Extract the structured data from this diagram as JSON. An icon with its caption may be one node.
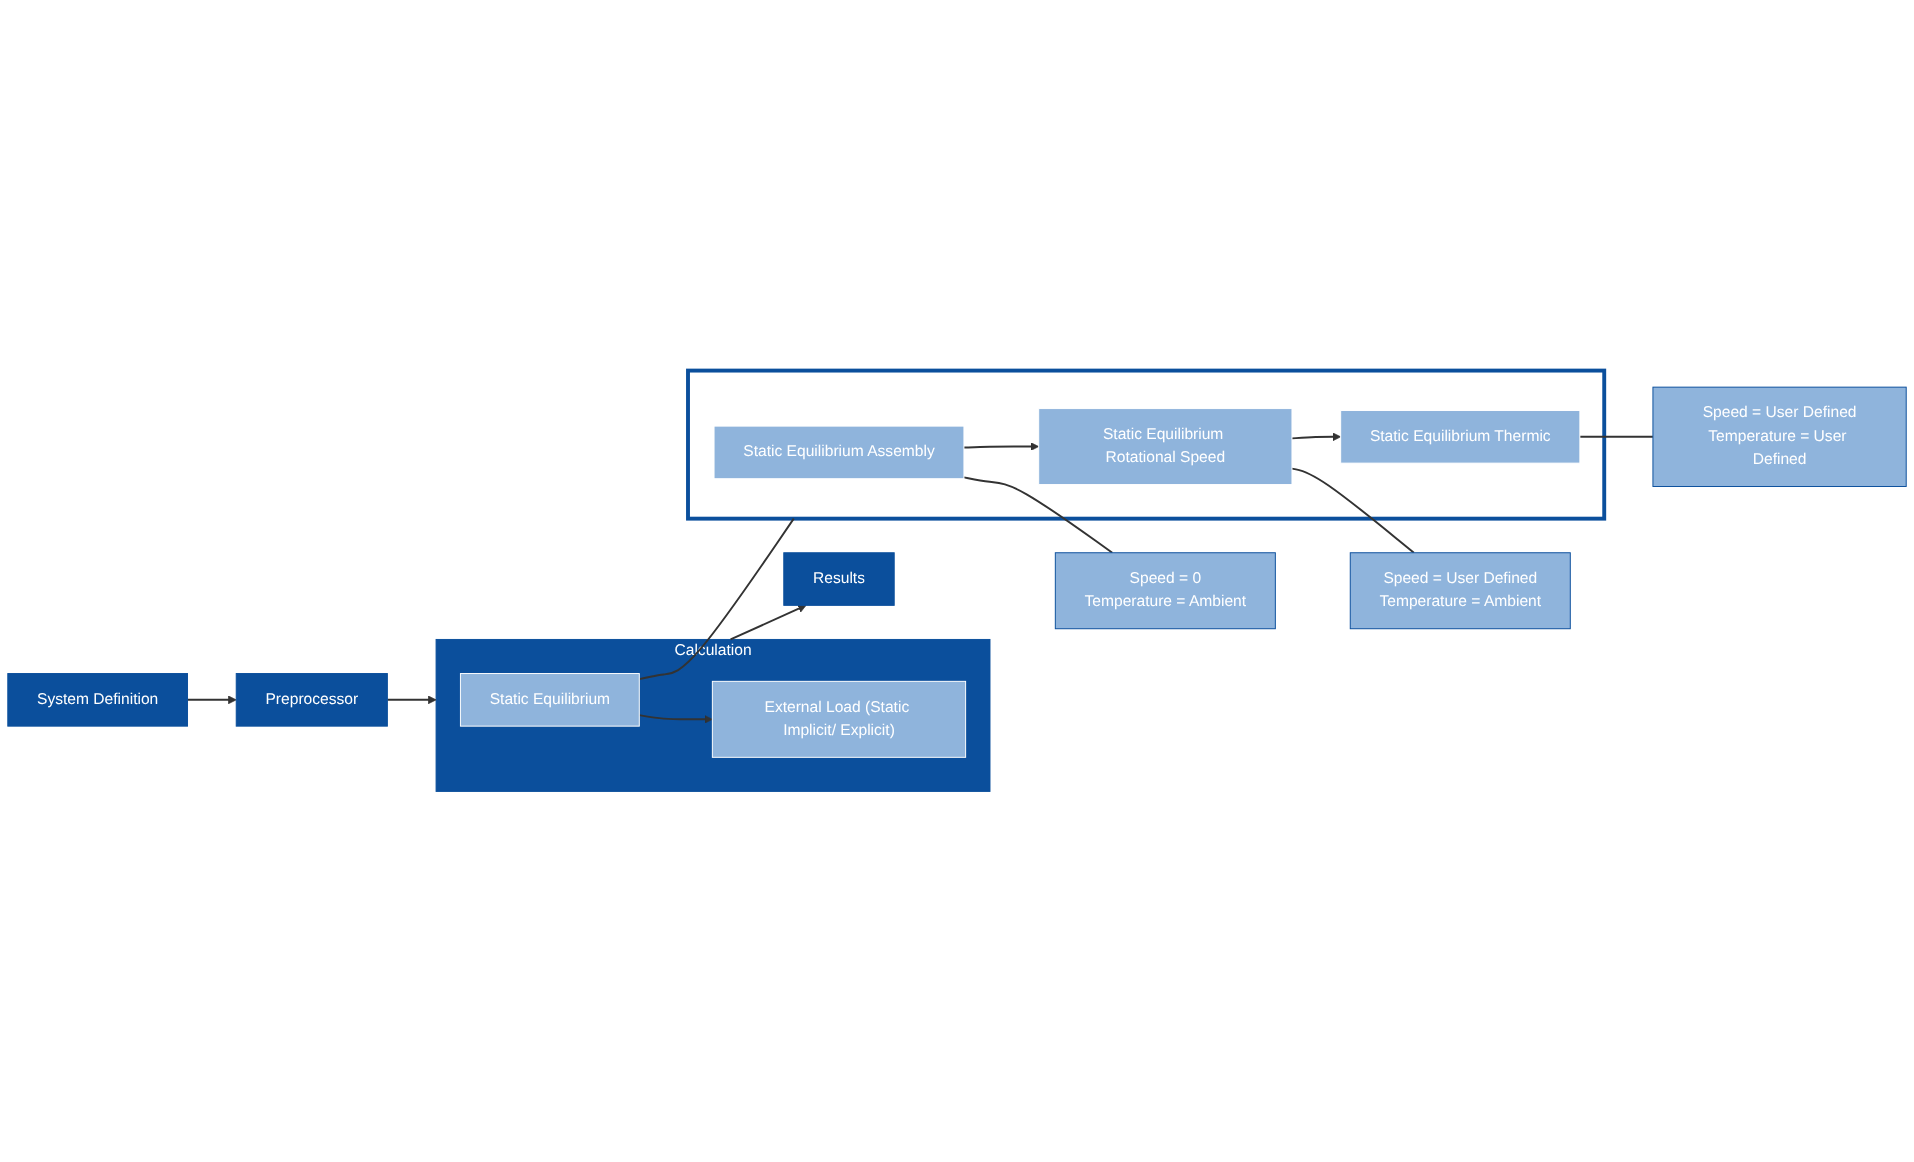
{
  "diagram": {
    "nodes": [
      {
        "text": [
          "System Definition"
        ]
      },
      {
        "text": [
          "Preprocessor"
        ]
      },
      {
        "text": [
          "Calculation"
        ]
      },
      {
        "text": [
          "Static Equilibrium"
        ],
        "in": 2
      },
      {
        "text": [
          "External Load (Static Implicit/ Explicit)"
        ],
        "in": 2
      },
      {
        "text": [
          "Results"
        ]
      },
      {
        "text": [],
        "shape": "box"
      },
      {
        "text": [
          "Static Equilibrium Assembly"
        ],
        "in": 6
      },
      {
        "text": [
          "Static Equilibrium Rotational Speed"
        ],
        "in": 6
      },
      {
        "text": [
          "Static Equilibrium Thermic"
        ],
        "in": 6
      },
      {
        "text": [
          "Speed = 0",
          "Temperature = Ambient"
        ]
      },
      {
        "text": [
          "Speed = User Defined",
          "Temperature = Ambient"
        ]
      },
      {
        "text": [
          "Speed = User Defined",
          "Temperature = User Defined"
        ]
      }
    ],
    "edges": [
      {
        "from": 0,
        "to": 1,
        "arrow": "to"
      },
      {
        "from": 1,
        "to": 2,
        "arrow": "to"
      },
      {
        "from": 3,
        "to": 4,
        "arrow": "to"
      },
      {
        "from": 2,
        "to": 5,
        "arrow": "to"
      },
      {
        "from": 3,
        "to": 6,
        "arrow": "none"
      },
      {
        "from": 7,
        "to": 8,
        "arrow": "to"
      },
      {
        "from": 8,
        "to": 9,
        "arrow": "to"
      },
      {
        "from": 7,
        "to": 10,
        "arrow": "none"
      },
      {
        "from": 8,
        "to": 11,
        "arrow": "none"
      },
      {
        "from": 9,
        "to": 12,
        "arrow": "none"
      }
    ]
  }
}
